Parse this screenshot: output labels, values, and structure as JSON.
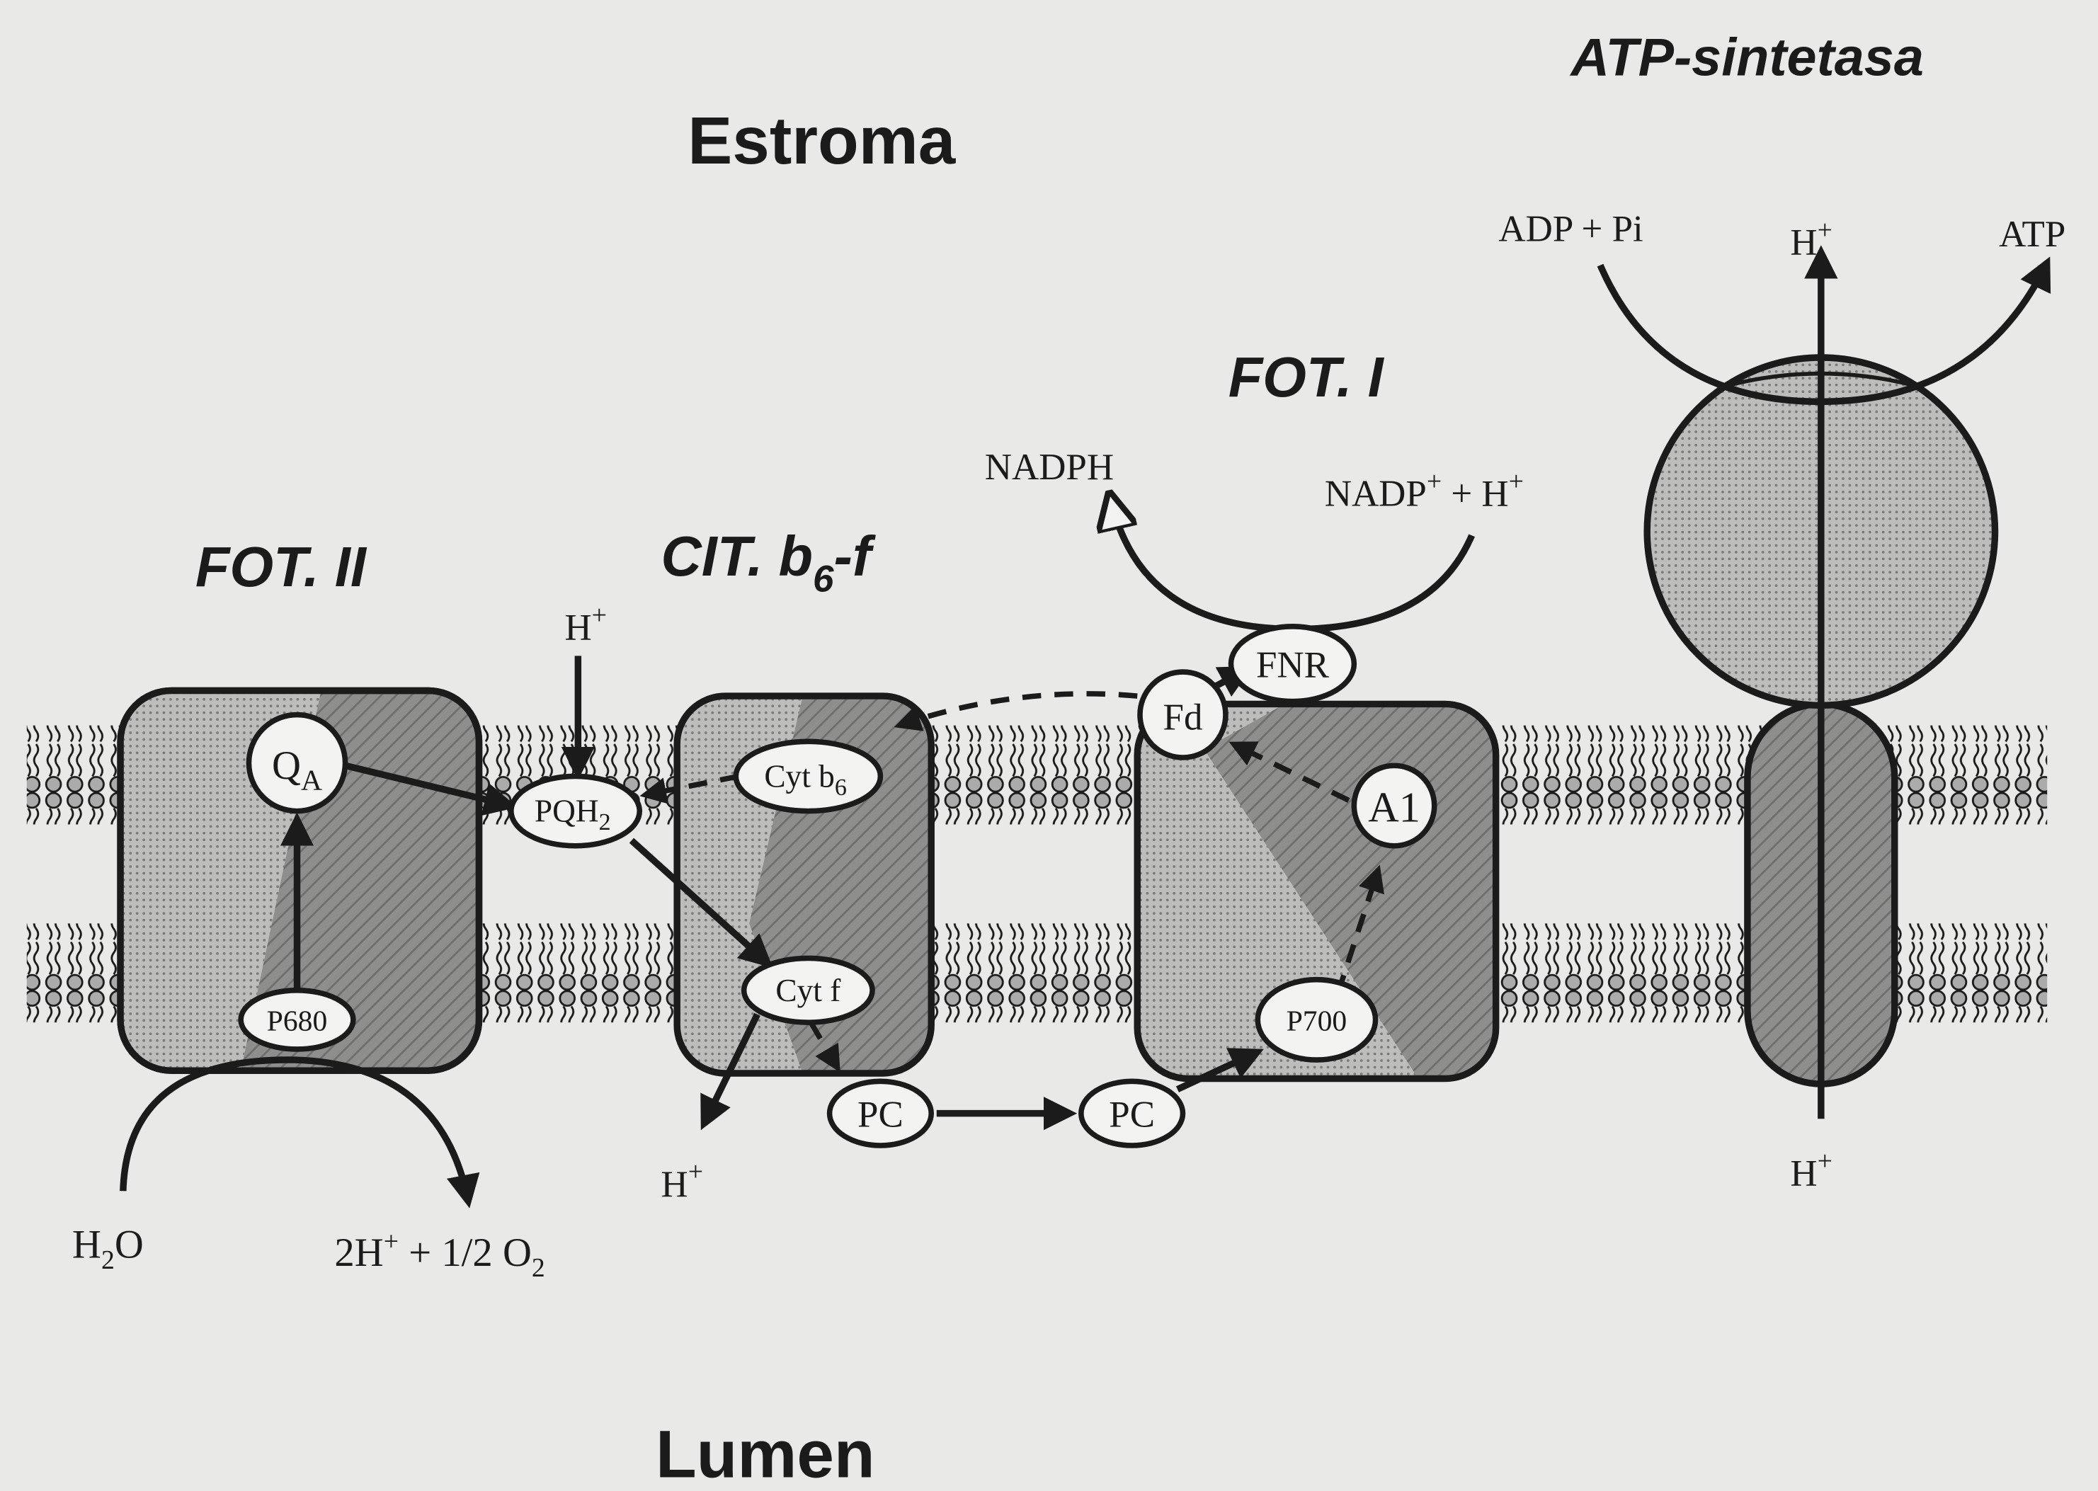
{
  "regions": {
    "top": "Estroma",
    "bottom": "Lumen"
  },
  "complexes": {
    "psii": "FOT. II",
    "cyt": {
      "main": "CIT. b",
      "sub": "6",
      "suffix": "-f"
    },
    "psi": "FOT. I",
    "atp": "ATP-sintetasa"
  },
  "molecules": {
    "qa": {
      "main": "Q",
      "sub": "A"
    },
    "p680": "P680",
    "pqh2": {
      "main": "PQH",
      "sub": "2"
    },
    "cytb6": {
      "main": "Cyt b",
      "sub": "6"
    },
    "cytf": "Cyt f",
    "pc_1": "PC",
    "pc_2": "PC",
    "p700": "P700",
    "a1": "A1",
    "fd": "Fd",
    "fnr": "FNR"
  },
  "labels": {
    "h_plus_top": {
      "main": "H",
      "sup": "+"
    },
    "h_plus_cyt": {
      "main": "H",
      "sup": "+"
    },
    "h2o": {
      "main": "H",
      "sub": "2",
      "suffix": "O"
    },
    "o2": {
      "prefix": "2H",
      "sup": "+",
      "mid": " + 1/2 O",
      "sub": "2"
    },
    "nadph": "NADPH",
    "nadp": {
      "main": "NADP",
      "sup": "+",
      "suffix": " + H",
      "sup2": "+"
    },
    "adp": "ADP + Pi",
    "h_plus_atp_top": {
      "main": "H",
      "sup": "+"
    },
    "atp": "ATP",
    "h_plus_atp_bottom": {
      "main": "H",
      "sup": "+"
    }
  },
  "colors": {
    "background": "#e9e9e7",
    "ink": "#1b1b1b",
    "complex_dark": "#8e8e8c",
    "complex_light": "#b9b9b7",
    "molecule_fill": "#f3f3f1"
  }
}
